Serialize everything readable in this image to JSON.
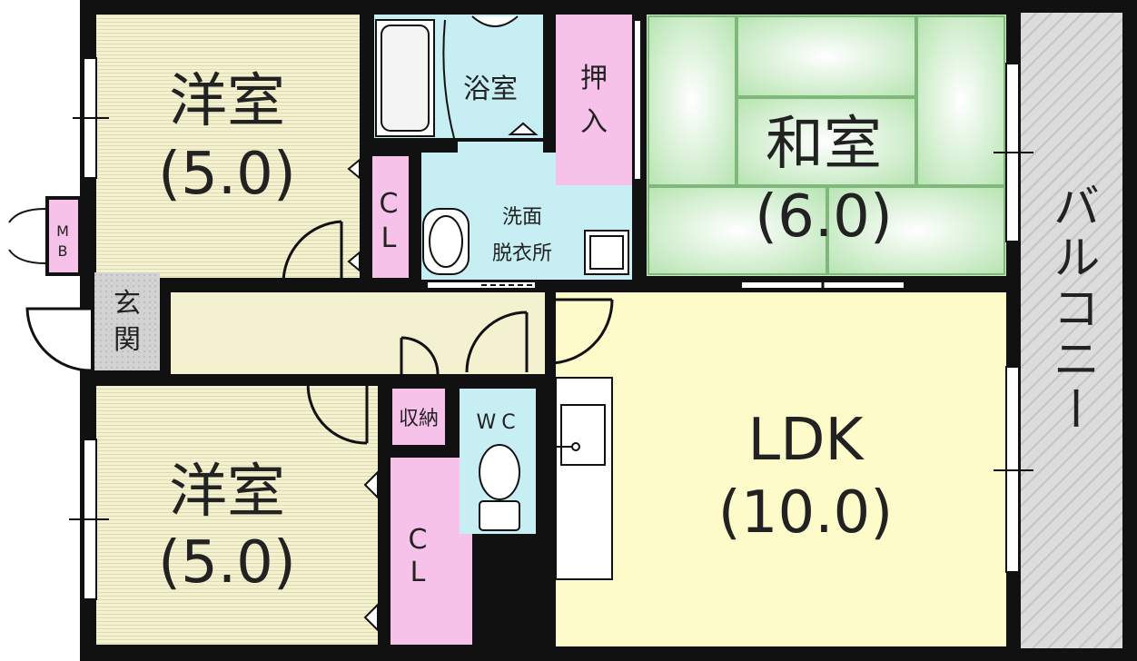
{
  "colors": {
    "wall": "#111111",
    "western_room": "#f3f1cf",
    "japanese_room": "#c9edc4",
    "ldk": "#fdfbc9",
    "wet_area": "#c6eef3",
    "storage": "#f7c2ea",
    "balcony": "#dcdcdc",
    "entrance": "#d2d2d2",
    "window": "#ffffff"
  },
  "rooms": {
    "western_north": {
      "name": "洋室",
      "size": "(5.0)"
    },
    "western_south": {
      "name": "洋室",
      "size": "(5.0)"
    },
    "japanese": {
      "name": "和室",
      "size": "(6.0)"
    },
    "ldk": {
      "name": "LDK",
      "size": "(10.0)"
    },
    "bath": {
      "name": "浴室"
    },
    "washroom": {
      "line1": "洗面",
      "line2": "脱衣所"
    },
    "closet_north": {
      "line1": "C",
      "line2": "L"
    },
    "closet_south": {
      "line1": "C",
      "line2": "L"
    },
    "oshiire": {
      "line1": "押",
      "line2": "入"
    },
    "storage": {
      "name": "収納"
    },
    "wc": {
      "name": "WC"
    },
    "entrance": {
      "line1": "玄",
      "line2": "関"
    },
    "meter_box": {
      "line1": "M",
      "line2": "B"
    },
    "balcony": {
      "name": "バルコニー"
    }
  }
}
